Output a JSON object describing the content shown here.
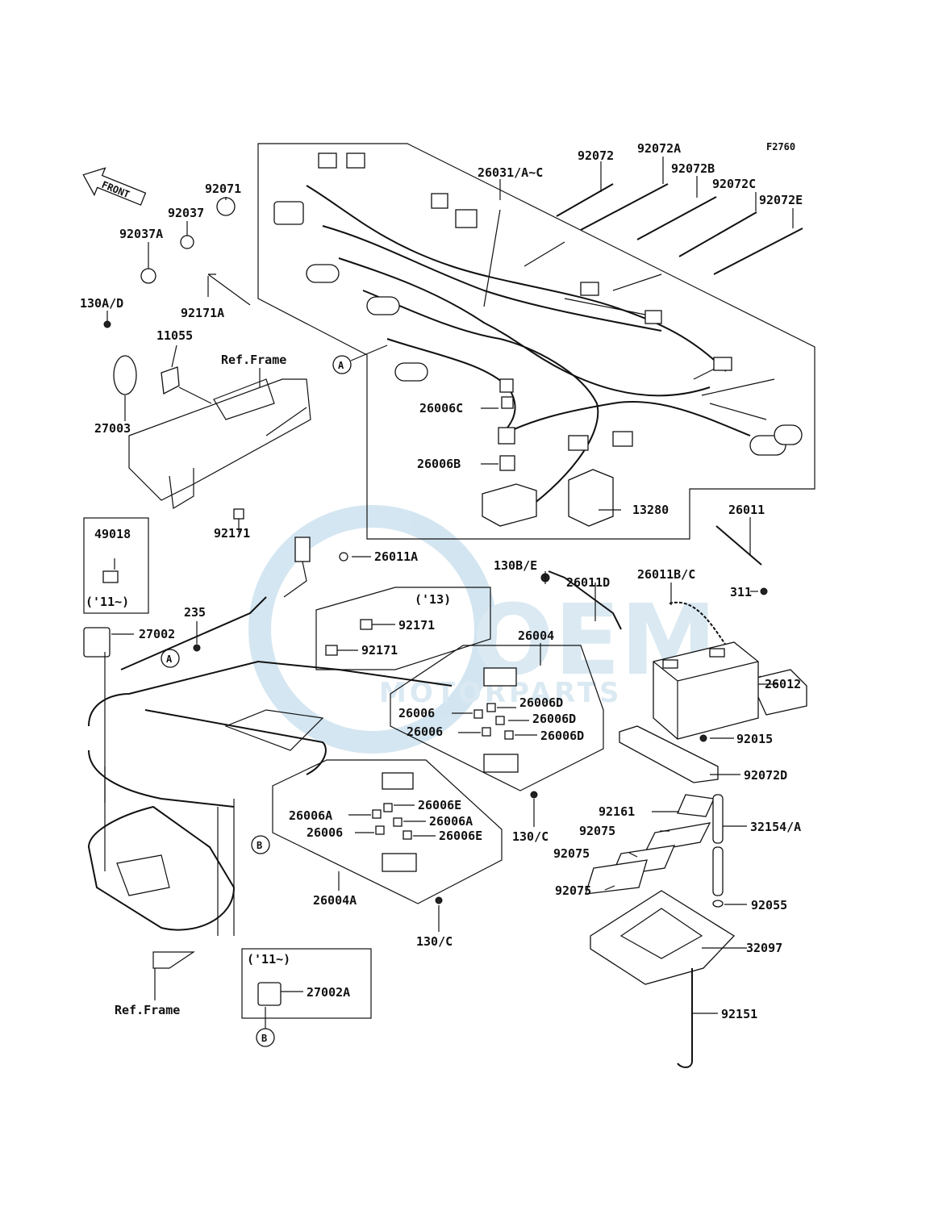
{
  "figure_code": "F2760",
  "watermark": {
    "brand": "OEM",
    "subtitle": "MOTORPARTS"
  },
  "front_arrow": "FRONT",
  "callouts": {
    "A": "A",
    "B": "B"
  },
  "notes": {
    "ref_frame": "Ref.Frame",
    "year_13": "('13)",
    "year_11": "('11~)"
  },
  "labels": {
    "l26031": "26031/A~C",
    "l92072": "92072",
    "l92072A": "92072A",
    "l92072B": "92072B",
    "l92072C": "92072C",
    "l92072E": "92072E",
    "l92071": "92071",
    "l92037": "92037",
    "l92037A": "92037A",
    "l130AD": "130A/D",
    "l92171A": "92171A",
    "l11055": "11055",
    "l27003": "27003",
    "l26006C": "26006C",
    "l26006B": "26006B",
    "l13280": "13280",
    "l26011": "26011",
    "l92171a": "92171",
    "l26011A": "26011A",
    "l49018": "49018",
    "l130BE": "130B/E",
    "l26011D": "26011D",
    "l26011BC": "26011B/C",
    "l311": "311",
    "l235": "235",
    "l27002": "27002",
    "l92171b": "92171",
    "l92171c": "92171",
    "l26004": "26004",
    "l26012": "26012",
    "l26006a": "26006",
    "l26006D1": "26006D",
    "l26006D2": "26006D",
    "l26006b": "26006",
    "l26006D3": "26006D",
    "l92015": "92015",
    "l92072D": "92072D",
    "l26006A1": "26006A",
    "l26006E1": "26006E",
    "l26006c": "26006",
    "l26006A2": "26006A",
    "l26006E2": "26006E",
    "l130C1": "130/C",
    "l92161": "92161",
    "l92075a": "92075",
    "l32154": "32154/A",
    "l92075b": "92075",
    "l92075c": "92075",
    "l26004A": "26004A",
    "l92055": "92055",
    "l130C2": "130/C",
    "l32097": "32097",
    "l27002A": "27002A",
    "l92151": "92151"
  }
}
